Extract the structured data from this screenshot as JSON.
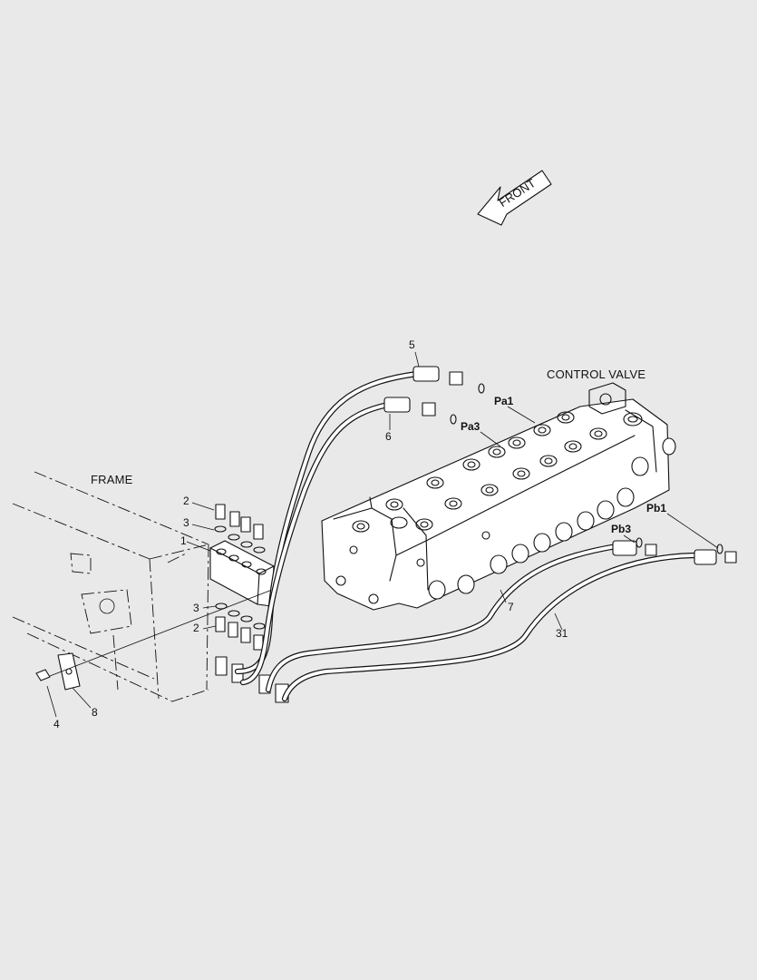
{
  "labels": {
    "front": "FRONT",
    "frame": "FRAME",
    "control_valve": "CONTROL VALVE",
    "port_pa1": "Pa1",
    "port_pa3": "Pa3",
    "port_pb1": "Pb1",
    "port_pb3": "Pb3"
  },
  "callouts": {
    "c1": "1",
    "c2_top": "2",
    "c3_top": "3",
    "c3_bottom": "3",
    "c2_bottom": "2",
    "c4": "4",
    "c8": "8",
    "c5": "5",
    "c6": "6",
    "c7": "7",
    "c31": "31"
  }
}
